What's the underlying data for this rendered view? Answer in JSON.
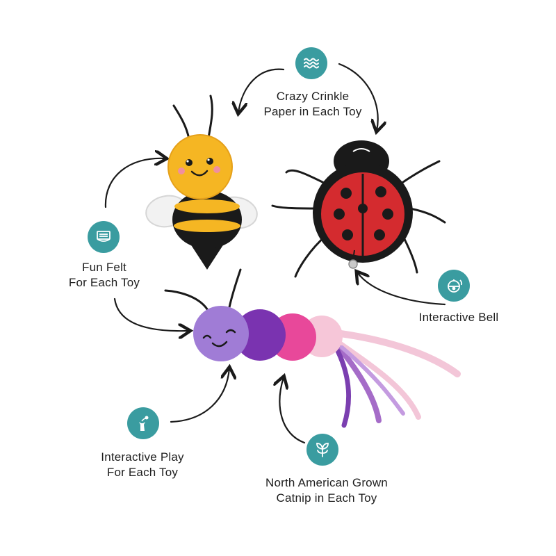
{
  "colors": {
    "teal": "#3a9ca0",
    "text": "#1e1e1e",
    "arrow": "#1a1a1a",
    "bee_yellow": "#f5b623",
    "ladybug_red": "#d42b2f",
    "caterpillar_purple": "#8a5cc4",
    "caterpillar_pink": "#e8489a"
  },
  "features": {
    "crinkle": {
      "line1": "Crazy Crinkle",
      "line2": "Paper in Each Toy",
      "icon": "waves-icon"
    },
    "felt": {
      "line1": "Fun Felt",
      "line2": "For Each Toy",
      "icon": "felt-roll-icon"
    },
    "bell": {
      "line1": "Interactive Bell",
      "icon": "bell-icon"
    },
    "play": {
      "line1": "Interactive Play",
      "line2": "For Each Toy",
      "icon": "cat-play-icon"
    },
    "catnip": {
      "line1": "North American Grown",
      "line2": "Catnip in Each Toy",
      "icon": "leaf-plant-icon"
    }
  },
  "toys": [
    "bee-toy",
    "ladybug-toy",
    "caterpillar-toy"
  ]
}
